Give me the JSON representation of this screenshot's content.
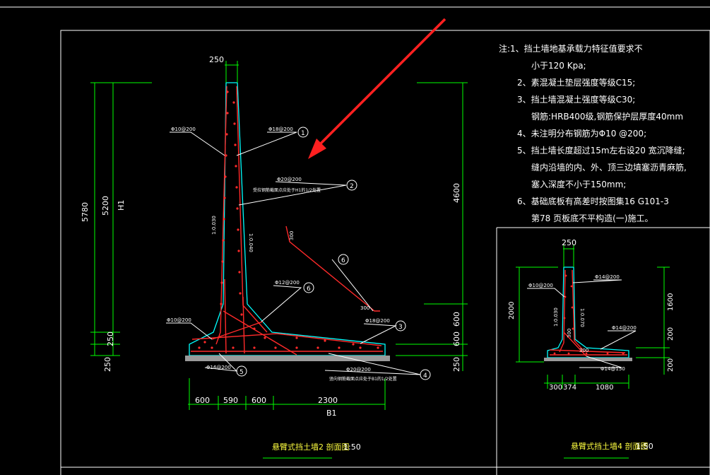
{
  "left_drawing": {
    "dims": {
      "top_width": "250",
      "total_height": "5780",
      "h1_value": "5200",
      "h1_label": "H1",
      "base_thickness_left": "250",
      "bottom_left": "250",
      "right_upper": "4600",
      "right_lower": "600",
      "right_bottom": "250",
      "widths": [
        "600",
        "590",
        "600",
        "2300"
      ],
      "b1_label": "B1",
      "slope_a": "1:0.030",
      "slope_b": "1:0.040",
      "hook_a": "300",
      "hook_b": "300"
    },
    "rebar_labels": {
      "r_left_upper": "Φ10@200",
      "r_1": "Φ18@200",
      "r_2": "Φ20@200",
      "r_2_note": "受拉钢筋截面点应处于H1的1/2处置",
      "r_6": "Φ12@200",
      "r_left_base": "Φ10@200",
      "r_3": "Φ18@200",
      "r_5": "Φ16@200",
      "r_4": "Φ20@200",
      "r_4_note": "竖向钢筋截面点应处于B1的1/2处置"
    },
    "callouts": [
      "1",
      "2",
      "3",
      "4",
      "5",
      "6",
      "6"
    ],
    "title": "悬臂式挡土墙2 剖面图",
    "scale": "1:50"
  },
  "notes": [
    "注:1、挡土墙地基承载力特征值要求不",
    "小于120 Kpa;",
    "2、素混凝土垫层强度等级C15;",
    "3、挡土墙混凝土强度等级C30;",
    "钢筋:HRB400级,钢筋保护层厚度40mm",
    "4、未注明分布钢筋为Φ10 @200;",
    "5、挡土墙长度超过15m左右设20 宽沉降缝;",
    "缝内沿墙的内、外、顶三边填塞沥青麻筋,",
    "塞入深度不小于150mm;",
    "6、基础底板有高差时按图集16 G101-3",
    "第78 页板底不平构造(一)施工。"
  ],
  "right_drawing": {
    "dims": {
      "top_width": "250",
      "left_height": "2000",
      "right_upper": "1600",
      "right_mid": "200",
      "right_bottom": "200",
      "widths": [
        "300",
        "374",
        "1080"
      ],
      "slope_a": "1:0.030",
      "slope_b": "1:0.070",
      "hook_a": "300",
      "hook_b": "300"
    },
    "rebar_labels": {
      "r_a": "Φ10@200",
      "r_b": "Φ14@200",
      "r_c": "Φ14@200",
      "r_d": "Φ14@150"
    },
    "title": "悬臂式挡土墙4 剖面图",
    "scale": "1:50"
  },
  "colors": {
    "background": "#000000",
    "dimension": "#00ff00",
    "concrete_outline": "#00ffff",
    "rebar": "#ff2a2a",
    "title_text": "#ffff40",
    "text": "#ffffff"
  }
}
